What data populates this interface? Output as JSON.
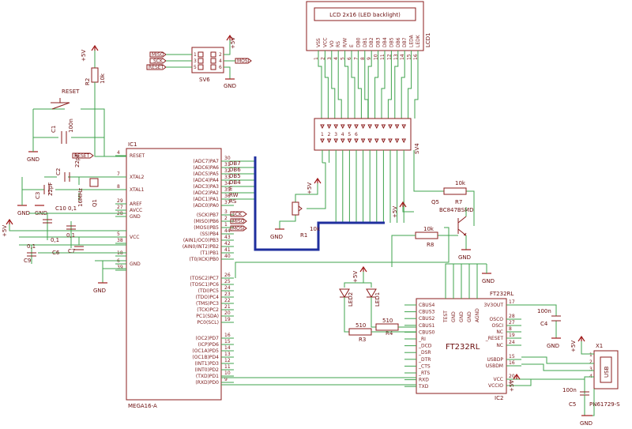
{
  "mcu": {
    "ref": "IC1",
    "value": "MEGA16-A",
    "left_pins": [
      {
        "name": "RESET",
        "num": "4"
      },
      {
        "name": "XTAL2",
        "num": "7"
      },
      {
        "name": "XTAL1",
        "num": "8"
      },
      {
        "name": "AREF",
        "num": "29"
      },
      {
        "name": "AVCC",
        "num": "27"
      },
      {
        "name": "GND",
        "num": "28"
      },
      {
        "name": "VCC",
        "num": "5"
      },
      {
        "name": "GND",
        "num": "6"
      }
    ],
    "right_pins": [
      {
        "name": "(ADC7)PA7",
        "num": "30"
      },
      {
        "name": "(ADC6)PA6",
        "num": "31"
      },
      {
        "name": "(ADC5)PA5",
        "num": "32"
      },
      {
        "name": "(ADC4)PA4",
        "num": "33"
      },
      {
        "name": "(ADC3)PA3",
        "num": "34"
      },
      {
        "name": "(ADC2)PA2",
        "num": "35"
      },
      {
        "name": "(ADC1)PA1",
        "num": "36"
      },
      {
        "name": "(ADC0)PA0",
        "num": "37"
      },
      {
        "name": "(SCK)PB7",
        "num": "3"
      },
      {
        "name": "(MISO)PB6",
        "num": "2"
      },
      {
        "name": "(MOSI)PB5",
        "num": "1"
      },
      {
        "name": "(SS)PB4",
        "num": "44"
      },
      {
        "name": "(AIN1/OC0)PB3",
        "num": "43"
      },
      {
        "name": "(AIN0/INT2)PB2",
        "num": "42"
      },
      {
        "name": "(T1)PB1",
        "num": "41"
      },
      {
        "name": "(T0/XCK)PB0",
        "num": "40"
      },
      {
        "name": "(TOSC2)PC7",
        "num": "26"
      },
      {
        "name": "(TOSC1)PC6",
        "num": "25"
      },
      {
        "name": "(TDI)PC5",
        "num": "24"
      },
      {
        "name": "(TDO)PC4",
        "num": "23"
      },
      {
        "name": "(TMS)PC3",
        "num": "22"
      },
      {
        "name": "(TCK)PC2",
        "num": "21"
      },
      {
        "name": "PC1(SDA)",
        "num": "20"
      },
      {
        "name": "PC0(SCL)",
        "num": "19"
      },
      {
        "name": "(OC2)PD7",
        "num": "16"
      },
      {
        "name": "(ICP)PD6",
        "num": "15"
      },
      {
        "name": "(OC1A)PD5",
        "num": "14"
      },
      {
        "name": "(OC1B)PD4",
        "num": "13"
      },
      {
        "name": "(INT1)PD3",
        "num": "12"
      },
      {
        "name": "(INT0)PD2",
        "num": "11"
      },
      {
        "name": "(TXD)PD1",
        "num": "10"
      },
      {
        "name": "(RXD)PD0",
        "num": "9"
      }
    ],
    "extra_left_nums": [
      "38",
      "18",
      "39"
    ]
  },
  "nets": {
    "db7": "DB7",
    "db6": "DB6",
    "db5": "DB5",
    "db4": "DB4",
    "e": "E",
    "rw": "RW",
    "rs": "RS",
    "sck": "SCK",
    "miso": "MISO",
    "mosi": "MOSI",
    "reset": "RESET"
  },
  "power": {
    "plus5v": "+5V",
    "gnd": "GND"
  },
  "lcd": {
    "title": "LCD 2x16 (LED backlight)",
    "ref": "LCD1",
    "pins": [
      "VSS",
      "VCC",
      "VO",
      "RS",
      "R/W",
      "E",
      "DB0",
      "DB1",
      "DB2",
      "DB3",
      "DB4",
      "DB5",
      "DB6",
      "DB7",
      "LEDA",
      "LEDK"
    ],
    "nums": [
      "1",
      "2",
      "3",
      "4",
      "5",
      "6",
      "7",
      "8",
      "9",
      "10",
      "11",
      "12",
      "13",
      "14",
      "15",
      "16"
    ]
  },
  "conn": {
    "ref": "SV4",
    "ref2": "SV6",
    "nums": [
      "1",
      "2",
      "3",
      "4",
      "5",
      "6"
    ],
    "isp_nums": [
      "1",
      "3",
      "5",
      "2",
      "4",
      "6"
    ]
  },
  "parts": {
    "r_reset": {
      "ref": "R2",
      "val": "10k"
    },
    "c1": {
      "ref": "C1",
      "val": "100n"
    },
    "reset_btn": "RESET",
    "c2": {
      "ref": "C2",
      "val": "22pF"
    },
    "c3": {
      "ref": "C3",
      "val": "22pF"
    },
    "q1": {
      "ref": "Q1",
      "val": "16MHz"
    },
    "c10": {
      "ref": "C10",
      "val": "0,1"
    },
    "c6": {
      "ref": "C6",
      "val": "0,1"
    },
    "c7": {
      "ref": "C7",
      "val": "0,1"
    },
    "c9": {
      "ref": "C9",
      "val": "0,1"
    },
    "r1": {
      "ref": "R1",
      "val": "10k"
    },
    "r7": {
      "ref": "R7",
      "val": "10k"
    },
    "r8": {
      "ref": "R8",
      "val": "10k"
    },
    "q5": {
      "ref": "Q5",
      "val": "BC847BSMD"
    },
    "r3": {
      "ref": "R3",
      "val": "510"
    },
    "r4": {
      "ref": "R4",
      "val": "510"
    },
    "led1": "LED1",
    "led2": "LED2",
    "c4": {
      "ref": "C4",
      "val": "100n"
    },
    "c5": {
      "ref": "C5",
      "val": "100n"
    }
  },
  "ft232": {
    "ref": "IC2",
    "value": "FT232RL",
    "center": "FT232RL",
    "left_pins": [
      "CBUS4",
      "CBUS3",
      "CBUS2",
      "CBUS1",
      "CBUS0",
      "_RI",
      "_DCD",
      "_DSR",
      "_DTR",
      "_CTS",
      "_RTS",
      "RXD",
      "TXD"
    ],
    "top_pins": [
      "TEST",
      "GND",
      "GND",
      "GND",
      "AGND"
    ],
    "right_pins": [
      {
        "name": "3V3OUT",
        "num": "17"
      },
      {
        "name": "OSCO",
        "num": "28"
      },
      {
        "name": "OSCI",
        "num": "27"
      },
      {
        "name": "NC",
        "num": "8"
      },
      {
        "name": "_RESET",
        "num": "19"
      },
      {
        "name": "NC",
        "num": "24"
      },
      {
        "name": "USBDP",
        "num": "15"
      },
      {
        "name": "USBDM",
        "num": "16"
      },
      {
        "name": "VCC",
        "num": "20"
      },
      {
        "name": "VCCIO",
        "num": "4"
      }
    ]
  },
  "usb": {
    "ref": "X1",
    "label": "USB",
    "part": "PN61729-S",
    "nums": [
      "1",
      "2",
      "3",
      "4"
    ]
  }
}
